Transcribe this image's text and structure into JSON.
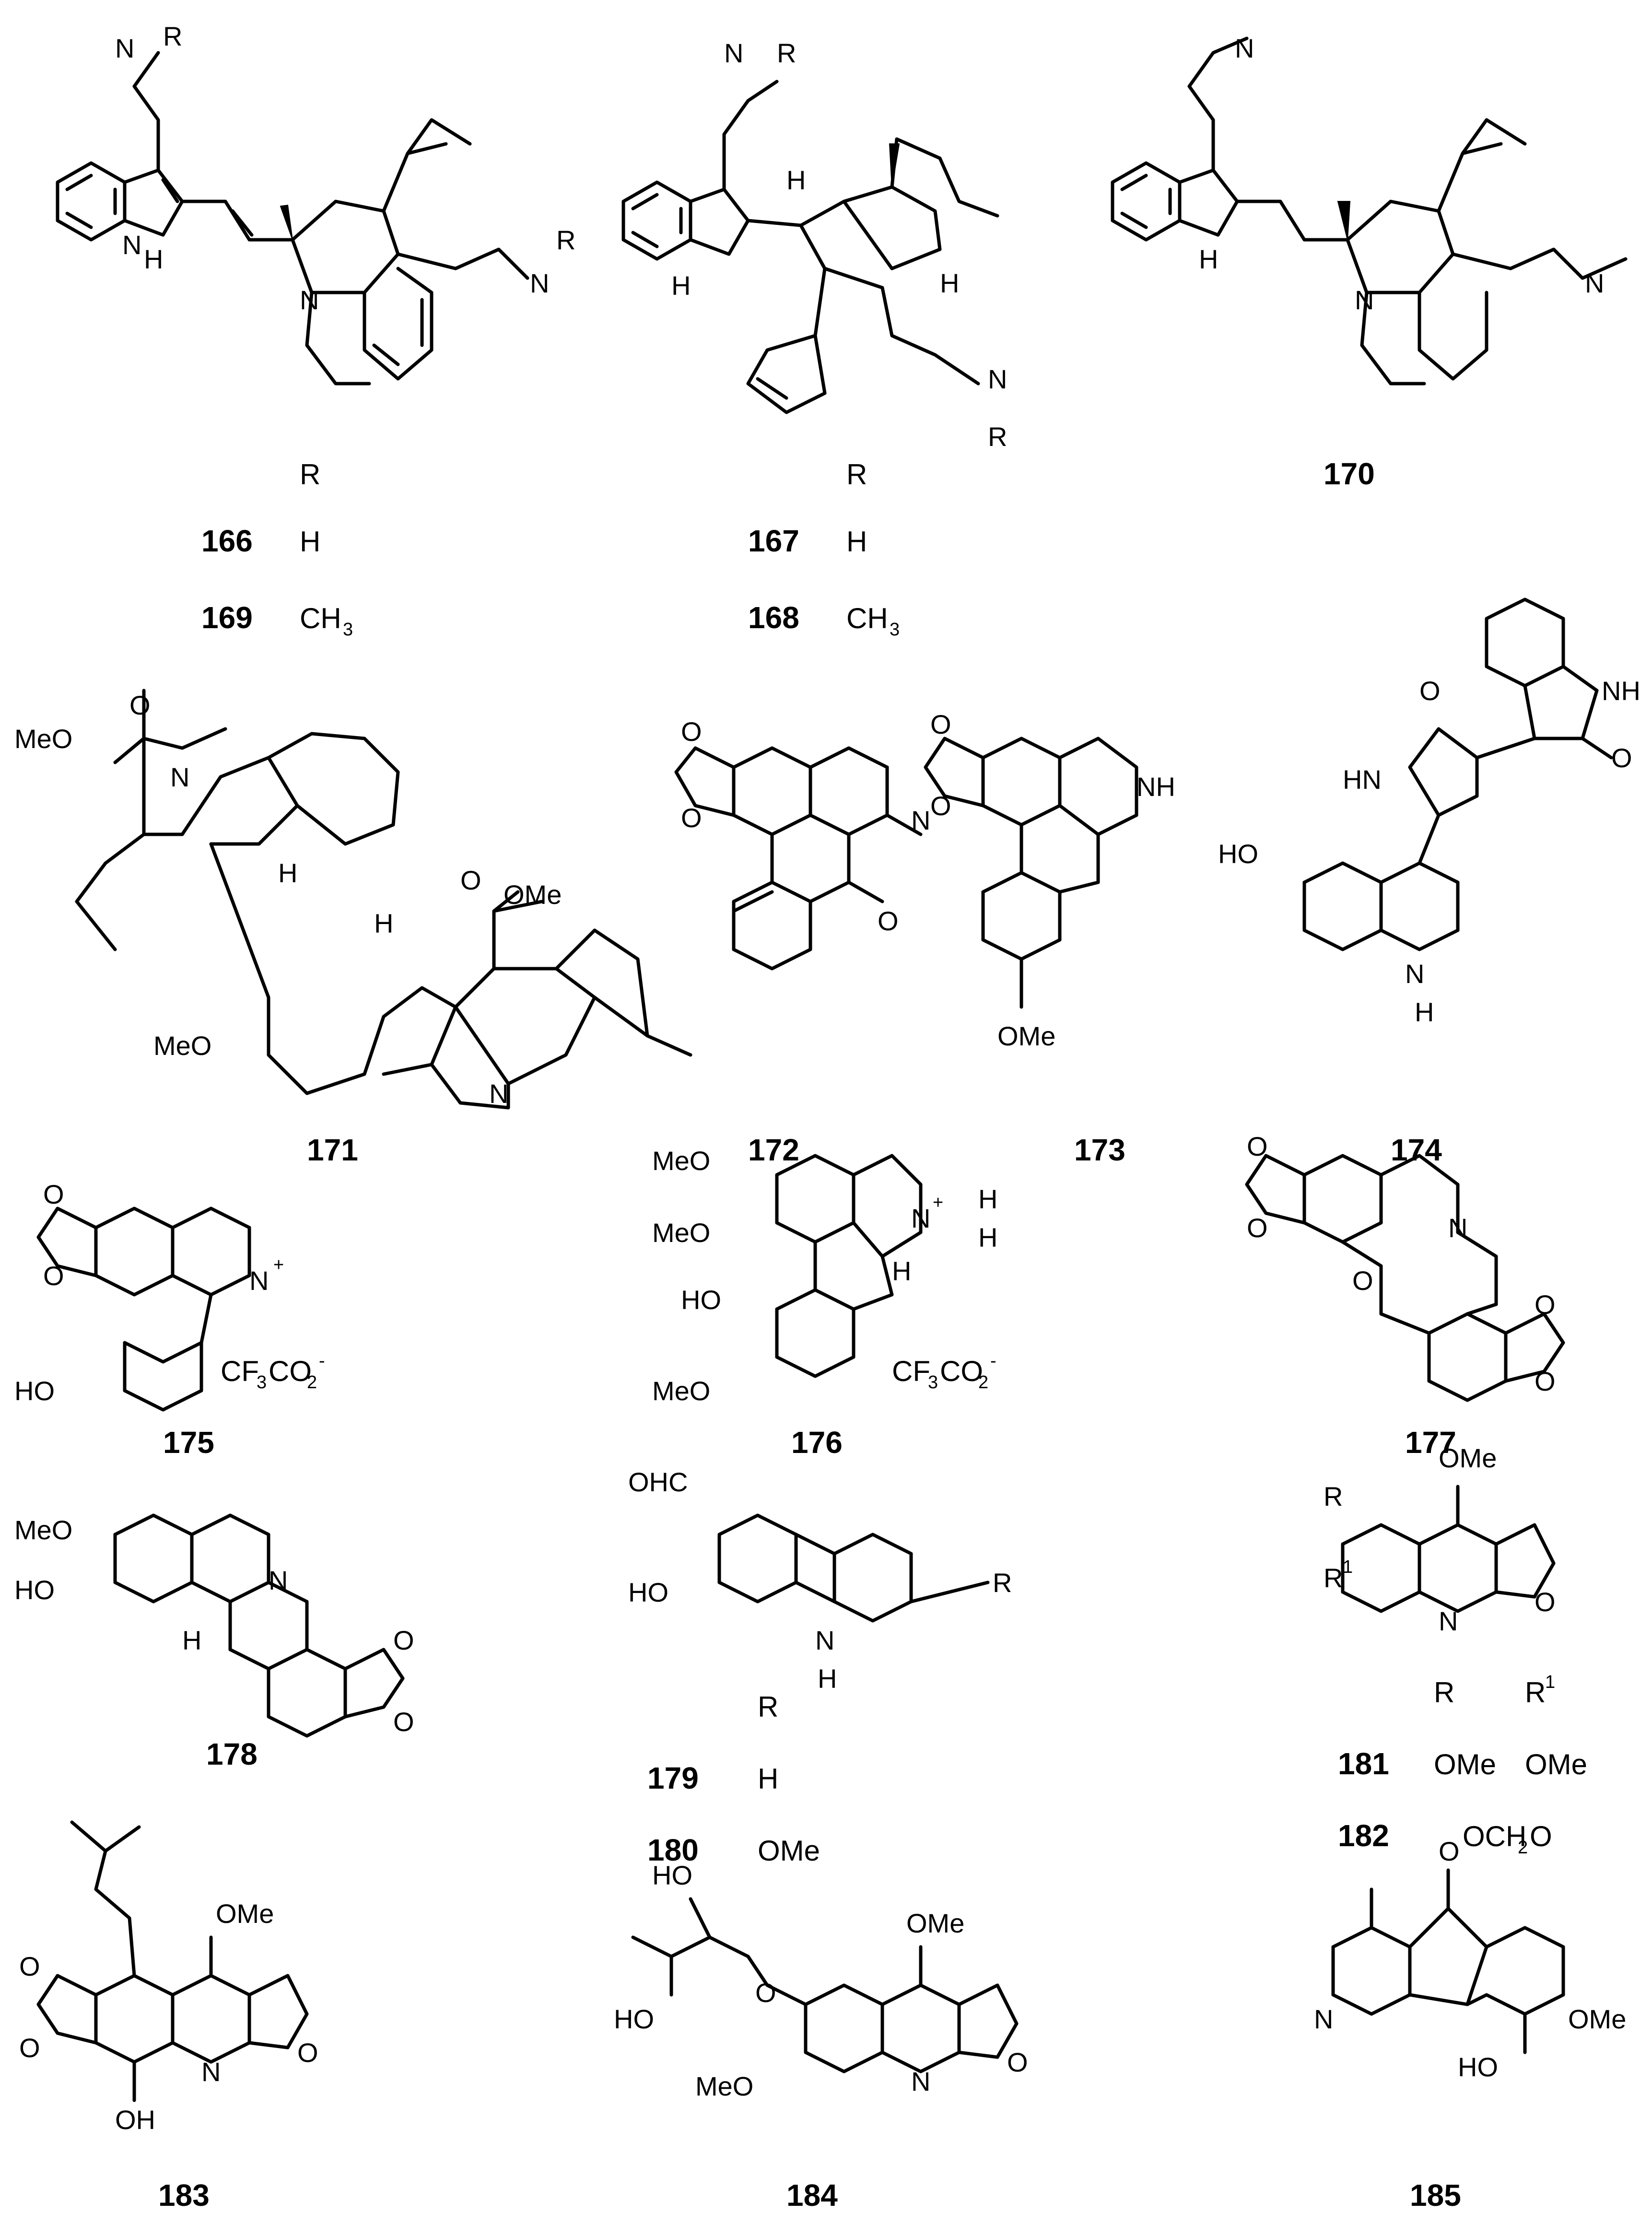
{
  "atoms": {
    "N": "N",
    "NH": "NH",
    "HN": "HN",
    "H": "H",
    "R": "R",
    "O": "O",
    "OMe": "OMe",
    "MeO": "MeO",
    "HO": "HO",
    "OH": "OH",
    "OHC": "OHC"
  },
  "compounds": {
    "c166": "166",
    "c167": "167",
    "c168": "168",
    "c169": "169",
    "c170": "170",
    "c171": "171",
    "c172": "172",
    "c173": "173",
    "c174": "174",
    "c175": "175",
    "c176": "176",
    "c177": "177",
    "c178": "178",
    "c179": "179",
    "c180": "180",
    "c181": "181",
    "c182": "182",
    "c183": "183",
    "c184": "184",
    "c185": "185"
  },
  "substituent_tables": {
    "t166_169": {
      "header": "R",
      "rows": [
        {
          "value": "H"
        },
        {
          "value": "CH",
          "sub": "3"
        }
      ]
    },
    "t167_168": {
      "header": "R",
      "rows": [
        {
          "value": "H"
        },
        {
          "value": "CH",
          "sub": "3"
        }
      ]
    },
    "t179_180": {
      "header": "R",
      "rows": [
        {
          "value": "H"
        },
        {
          "value": "OMe"
        }
      ]
    },
    "t181_182": {
      "header_r": "R",
      "header_r1": "R",
      "header_r1_sup": "1",
      "row181_r": "OMe",
      "row181_r1": "OMe",
      "row182_a": "OCH",
      "row182_sub": "2",
      "row182_b": "O"
    }
  },
  "counterions": {
    "cf3co2_a": "CF",
    "cf3co2_b": "3",
    "cf3co2_c": "CO",
    "cf3co2_d": "2",
    "cf3co2_e": "-"
  },
  "charges": {
    "plus": "+"
  },
  "r1": {
    "base": "R",
    "sup": "1"
  }
}
